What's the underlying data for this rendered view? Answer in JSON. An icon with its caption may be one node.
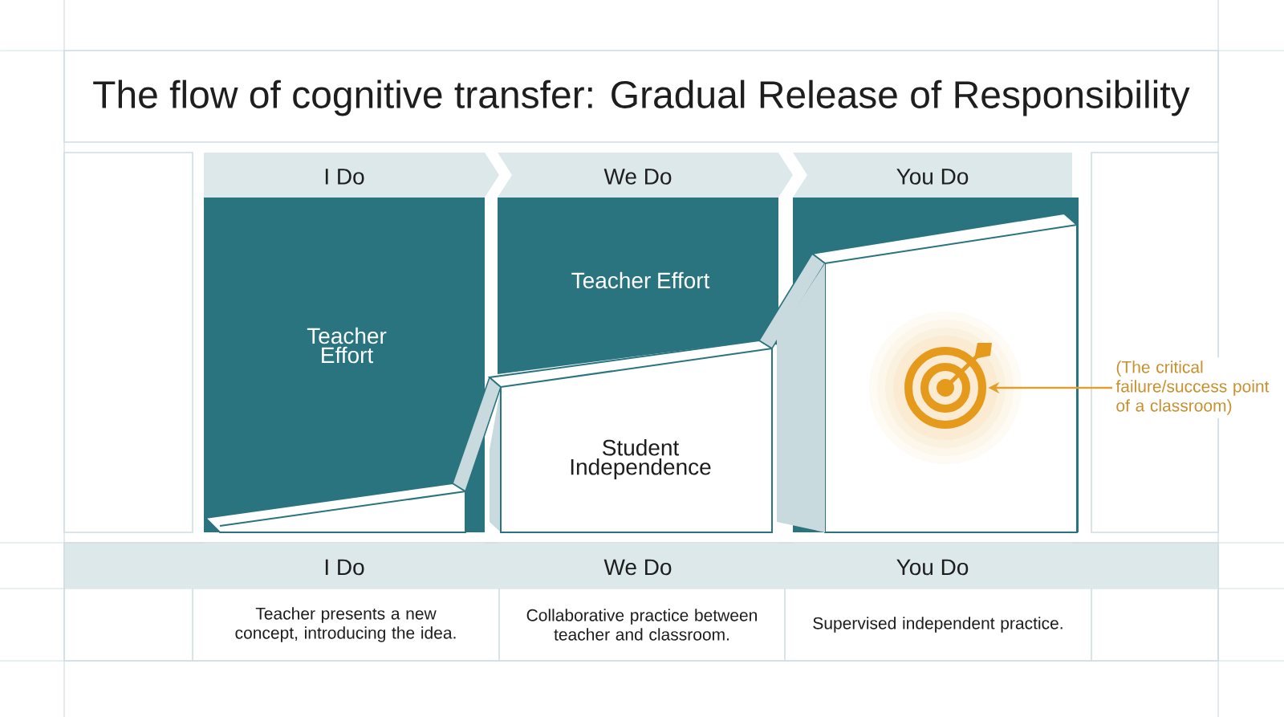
{
  "diagram": {
    "title": "The flow of cognitive transfer: Gradual Release of Responsibility",
    "nodes": [
      {
        "text": [
          "I Do"
        ]
      },
      {
        "text": [
          "We Do"
        ]
      },
      {
        "text": [
          "You Do"
        ]
      },
      {
        "text": [
          "Teacher Effort"
        ]
      },
      {
        "text": [
          "Teacher Effort"
        ]
      },
      {
        "text": [
          "Student Independence"
        ]
      },
      {
        "text": [],
        "shape": "target"
      },
      {
        "text": [
          "(The critical failure/success point of a classroom)"
        ]
      },
      {
        "text": [
          "I Do"
        ]
      },
      {
        "text": [
          "We Do"
        ]
      },
      {
        "text": [
          "You Do"
        ]
      },
      {
        "text": [
          "Teacher presents a new concept, introducing the idea."
        ]
      },
      {
        "text": [
          "Collaborative practice between teacher and classroom."
        ]
      },
      {
        "text": [
          "Supervised independent practice."
        ]
      }
    ],
    "edges": [
      {
        "from": 7,
        "to": 6,
        "arrow": "to",
        "color": "#e0a030"
      }
    ]
  }
}
